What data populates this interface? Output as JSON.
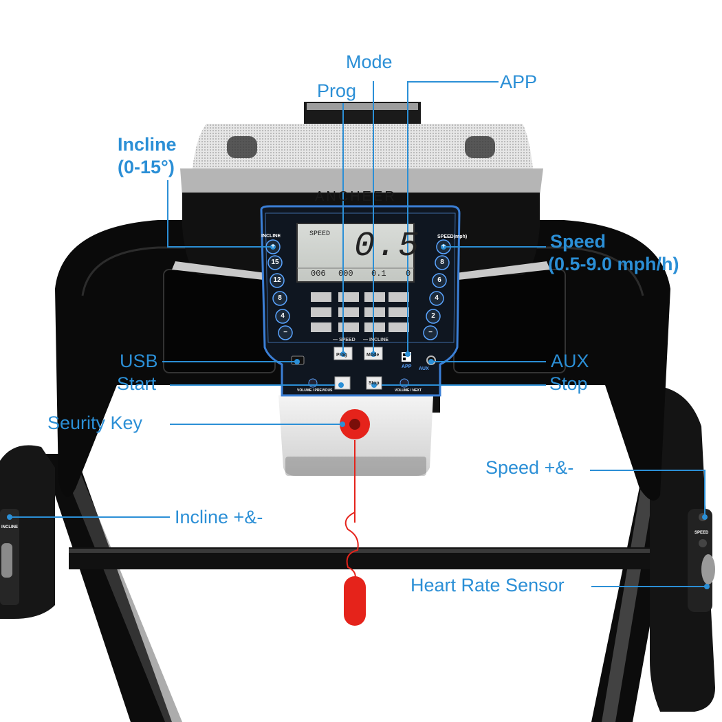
{
  "brand": "ANCHEER",
  "console": {
    "incline_header": "INCLINE",
    "speed_header": "SPEED(mph)",
    "lcd_label": "SPEED",
    "lcd_main": "0.5",
    "lcd_row": [
      "006",
      "000",
      "0.1",
      "0"
    ],
    "incline_keys": [
      "+",
      "15",
      "12",
      "8",
      "4",
      "−"
    ],
    "speed_keys": [
      "+",
      "8",
      "6",
      "4",
      "2",
      "−"
    ],
    "under_speed": "— SPEED",
    "under_incline": "— INCLINE",
    "prog_key": "Prog",
    "mode_key": "Mode",
    "app_key": "APP",
    "aux_key": "AUX",
    "vol_prev": "VOLUME / PREVIOUS",
    "vol_next": "VOLUME / NEXT",
    "stop_key": "Stop"
  },
  "handle_left": "INCLINE",
  "handle_right": "SPEED",
  "labels": {
    "mode": "Mode",
    "prog": "Prog",
    "app": "APP",
    "incline_title": "Incline",
    "incline_range": "(0-15°)",
    "speed_title": "Speed",
    "speed_range": "(0.5-9.0 mph/h)",
    "usb": "USB",
    "start": "Start",
    "aux": "AUX",
    "stop": "Stop",
    "security_key": "Seurity Key",
    "speed_pm": "Speed +&-",
    "incline_pm": "Incline +&-",
    "heart_rate": "Heart Rate Sensor"
  },
  "colors": {
    "callout": "#2b8fd6",
    "frame": "#111111",
    "safety_key": "#e5231b"
  }
}
